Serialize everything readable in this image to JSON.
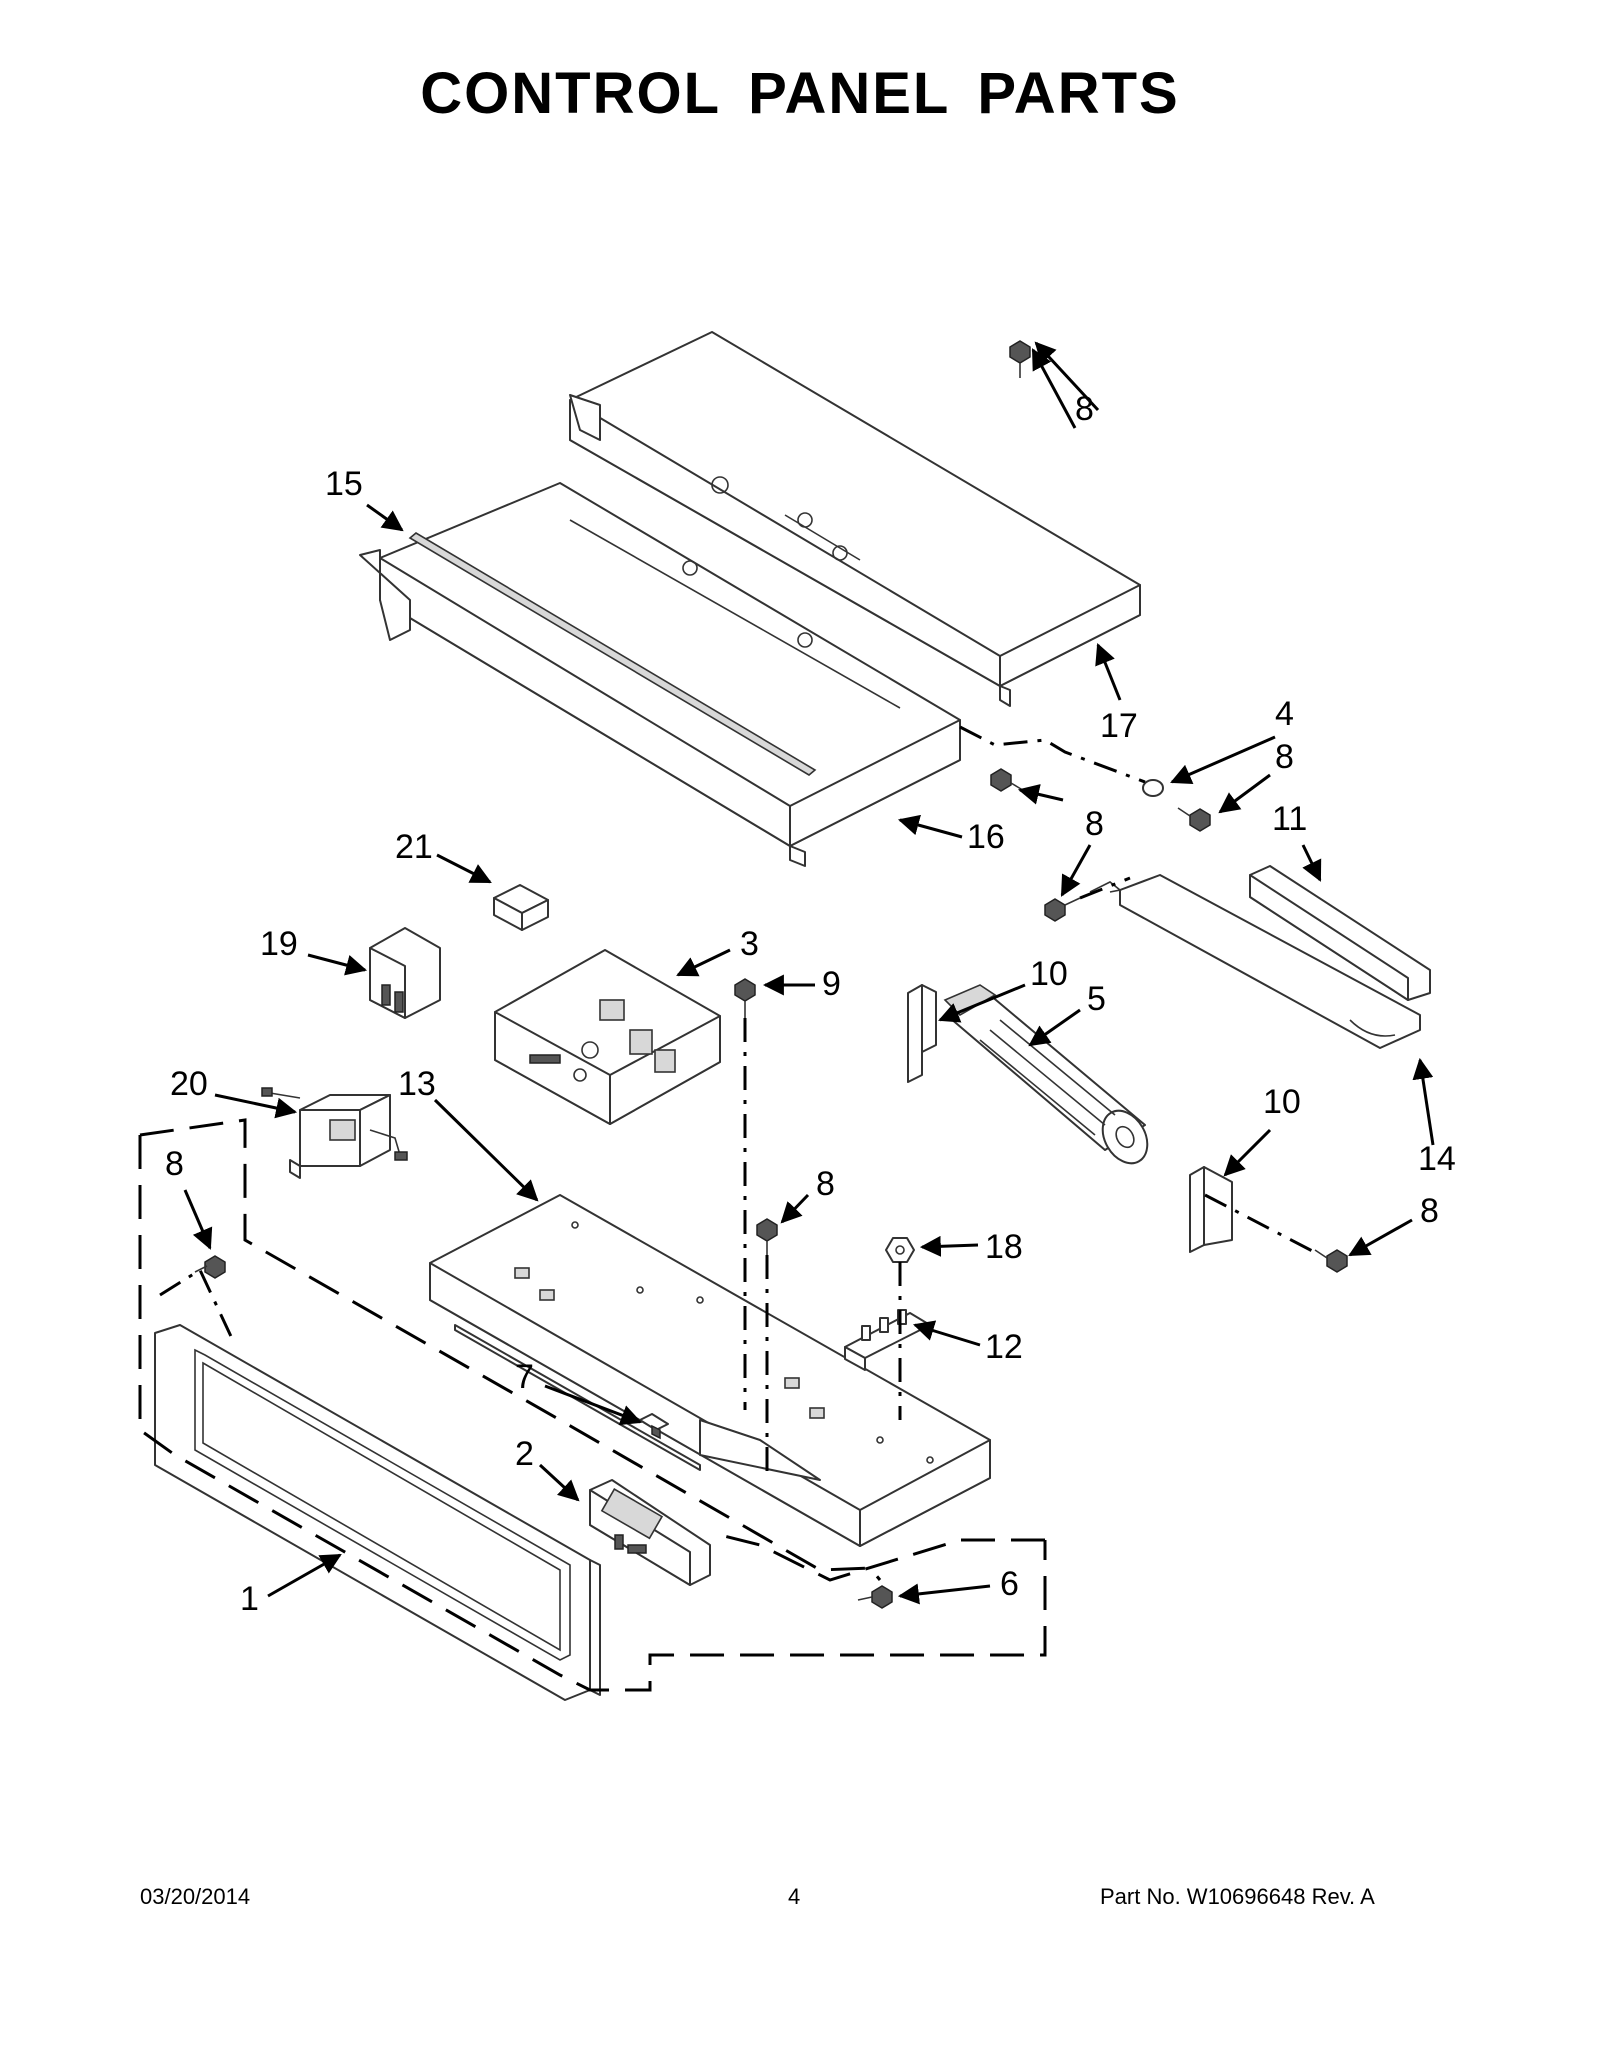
{
  "title": "CONTROL PANEL PARTS",
  "callouts": {
    "c1": "1",
    "c2": "2",
    "c3": "3",
    "c4": "4",
    "c5": "5",
    "c6": "6",
    "c7": "7",
    "c8": "8",
    "c9": "9",
    "c10": "10",
    "c11": "11",
    "c12": "12",
    "c13": "13",
    "c14": "14",
    "c15": "15",
    "c16": "16",
    "c17": "17",
    "c18": "18",
    "c19": "19",
    "c20": "20",
    "c21": "21"
  },
  "footer": {
    "date": "03/20/2014",
    "page": "4",
    "part_no": "Part No.  W10696648  Rev.  A"
  }
}
